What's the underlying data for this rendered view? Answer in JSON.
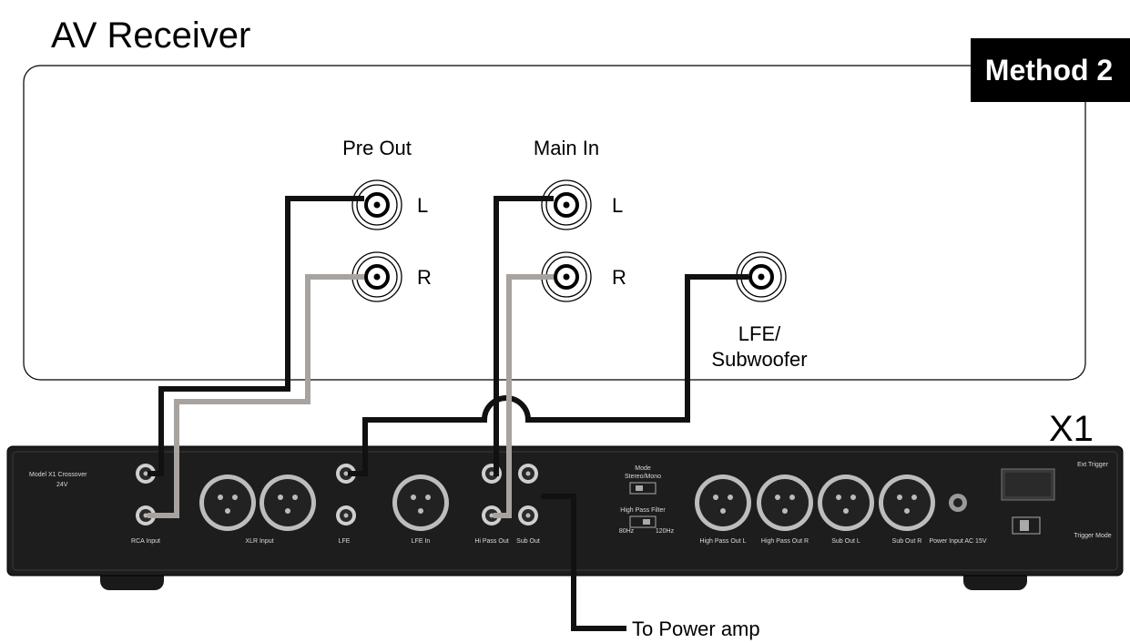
{
  "receiver": {
    "title": "AV Receiver",
    "method_badge": "Method 2",
    "pre_out_label": "Pre Out",
    "main_in_label": "Main In",
    "left_label": "L",
    "right_label": "R",
    "lfe_label_line1": "LFE/",
    "lfe_label_line2": "Subwoofer"
  },
  "crossover": {
    "unit_label": "X1",
    "panel": {
      "model_line1": "Model X1 Crossover",
      "model_line2": "24V",
      "rca_input": "RCA Input",
      "xlr_input": "XLR Input",
      "lfe": "LFE",
      "lfe_in": "LFE In",
      "hi_pass_out": "Hi Pass Out",
      "sub_out": "Sub Out",
      "mode": "Mode",
      "stereo_mono": "Stereo/Mono",
      "high_pass_filter": "High Pass Filter",
      "hpf_opt1": "80Hz",
      "hpf_opt2": "120Hz",
      "out_hp_l": "High Pass Out L",
      "out_hp_r": "High Pass Out R",
      "out_sub_l": "Sub Out L",
      "out_sub_r": "Sub Out R",
      "power": "Power Input AC 15V",
      "trigger": "Ext Trigger",
      "trigger_mode": "Trigger Mode"
    }
  },
  "callout": {
    "to_power_amp": "To Power amp"
  },
  "colors": {
    "black_cable": "#111111",
    "gray_cable": "#a8a39e",
    "chassis": "#1d1d1d",
    "panel_text": "#d9d9d9"
  }
}
